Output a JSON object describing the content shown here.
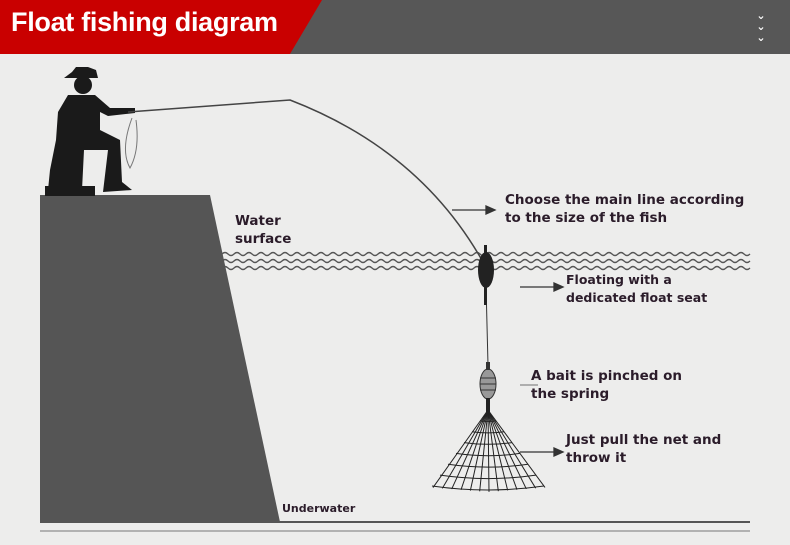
{
  "header": {
    "title": "Float fishing diagram",
    "chevrons": [
      "⌄",
      "⌄",
      "⌄"
    ]
  },
  "labels": {
    "water_surface": [
      "Water",
      "surface"
    ],
    "main_line": [
      "Choose the main line according",
      "to the size of the fish"
    ],
    "float_seat": [
      "Floating with a",
      "dedicated float seat"
    ],
    "bait_spring": [
      "A bait is pinched on",
      "the spring"
    ],
    "net": [
      "Just pull the net and",
      "throw it"
    ],
    "underwater": "Underwater"
  },
  "colors": {
    "header_red": "#c90000",
    "header_gray": "#575757",
    "pier": "#555555",
    "text": "#2b1c2a"
  }
}
